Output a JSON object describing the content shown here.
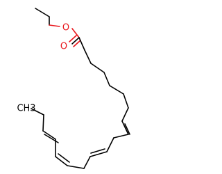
{
  "structure": {
    "atom_labels": [
      "O",
      "O",
      "CH3"
    ],
    "colors": {
      "bond": "#000000",
      "oxygen": "#e8151b",
      "background": "#ffffff"
    }
  }
}
